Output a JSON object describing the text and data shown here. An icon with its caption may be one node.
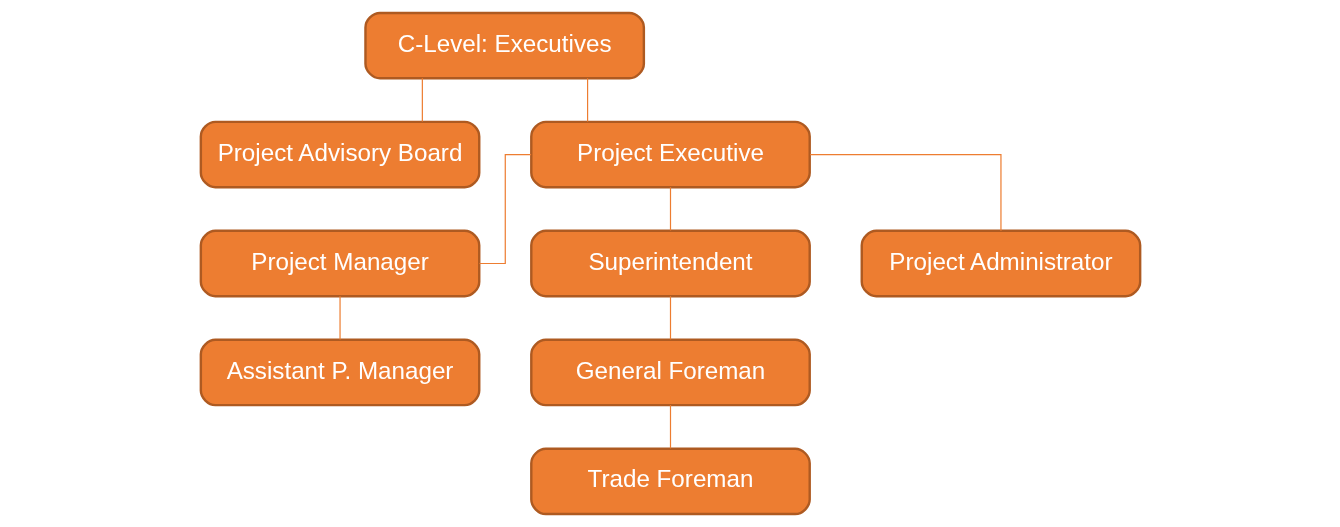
{
  "diagram": {
    "nodes": [
      {
        "text": [
          "C-Level: Executives"
        ]
      },
      {
        "text": [
          "Project Advisory Board"
        ]
      },
      {
        "text": [
          "Project Executive"
        ]
      },
      {
        "text": [
          "Project Manager"
        ]
      },
      {
        "text": [
          "Superintendent"
        ]
      },
      {
        "text": [
          "Assistant P. Manager"
        ]
      },
      {
        "text": [
          "Project Administrator"
        ]
      },
      {
        "text": [
          "General Foreman"
        ]
      },
      {
        "text": [
          "Trade Foreman"
        ]
      }
    ],
    "edges": [
      {
        "from": 0,
        "to": 2,
        "arrow": "none"
      },
      {
        "from": 0,
        "to": 1,
        "arrow": "none"
      },
      {
        "from": 2,
        "to": 3,
        "arrow": "none"
      },
      {
        "from": 2,
        "to": 4,
        "arrow": "none"
      },
      {
        "from": 2,
        "to": 6,
        "arrow": "none"
      },
      {
        "from": 3,
        "to": 5,
        "arrow": "none"
      },
      {
        "from": 4,
        "to": 7,
        "arrow": "none"
      },
      {
        "from": 7,
        "to": 8,
        "arrow": "none"
      }
    ]
  }
}
